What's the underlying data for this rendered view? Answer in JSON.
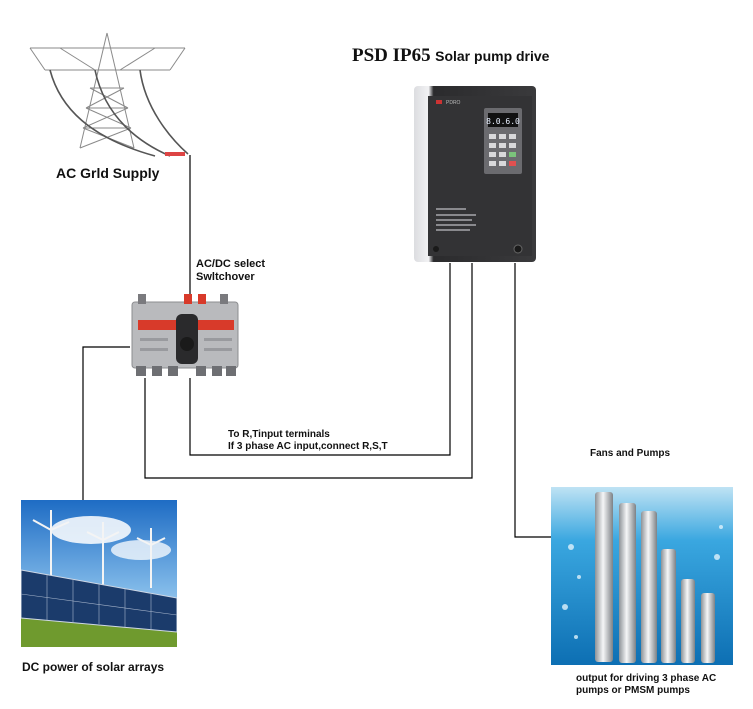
{
  "title": {
    "model": "PSD IP65",
    "name": "Solar pump drive"
  },
  "grid": {
    "label": "AC Grld Supply"
  },
  "switch": {
    "label_line1": "AC/DC select",
    "label_line2": "Swltchover"
  },
  "terminals": {
    "line1": "To R,Tinput terminals",
    "line2": "If 3 phase AC input,connect R,S,T"
  },
  "solar": {
    "label": "DC power of solar arrays"
  },
  "pumps": {
    "heading": "Fans and Pumps",
    "caption_line1": "output for driving 3 phase AC",
    "caption_line2": "pumps or PMSM pumps"
  },
  "drive": {
    "display": "8.0.6.0",
    "brand": "PDRO"
  },
  "colors": {
    "wire": "#000000",
    "drive_body": "#2e2e30",
    "sky": "#2f7fd0",
    "water": "#3aa7e0",
    "switch_red": "#d83a2a"
  }
}
